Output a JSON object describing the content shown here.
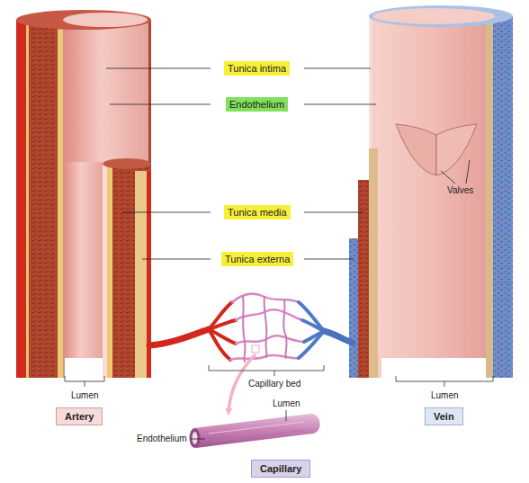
{
  "diagram": {
    "nodes": [
      {
        "text": [
          "Tunica intima"
        ]
      },
      {
        "text": [
          "Endothelium"
        ]
      },
      {
        "text": [
          "Tunica media"
        ]
      },
      {
        "text": [
          "Tunica externa"
        ]
      },
      {
        "text": [
          "Artery"
        ]
      },
      {
        "text": [
          "Vein"
        ]
      },
      {
        "text": [
          "Capillary"
        ]
      }
    ],
    "labels": [
      "Valves",
      "Capillary bed",
      "Lumen",
      "Lumen",
      "Lumen",
      "Endothelium"
    ]
  }
}
